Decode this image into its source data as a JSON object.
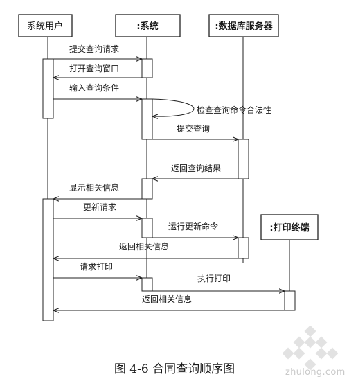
{
  "figure": {
    "caption": "图 4-6  合同查询顺序图"
  },
  "participants": [
    {
      "id": "user",
      "label": "系统用户"
    },
    {
      "id": "system",
      "label": ":系统"
    },
    {
      "id": "db",
      "label": ":数据库服务器"
    },
    {
      "id": "printer",
      "label": ":打印终端"
    }
  ],
  "messages": [
    {
      "label": "提交查询请求"
    },
    {
      "label": "打开查询窗口"
    },
    {
      "label": "输入查询条件"
    },
    {
      "label": "检查查询命令合法性"
    },
    {
      "label": "提交查询"
    },
    {
      "label": "返回查询结果"
    },
    {
      "label": "显示相关信息"
    },
    {
      "label": "更新请求"
    },
    {
      "label": "运行更新命令"
    },
    {
      "label": "返回相关信息"
    },
    {
      "label": "请求打印"
    },
    {
      "label": "执行打印"
    },
    {
      "label": "返回相关信息"
    }
  ],
  "watermark": {
    "text": "zhulong.com",
    "icon": "zhulong-logo-icon"
  }
}
